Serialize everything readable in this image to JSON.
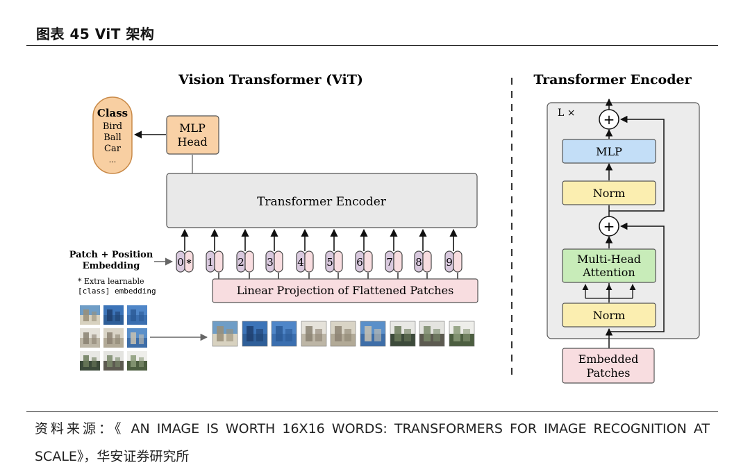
{
  "header": {
    "title": "图表 45 ViT 架构"
  },
  "vit": {
    "title": "Vision Transformer (ViT)",
    "class_box": {
      "title": "Class",
      "items": [
        "Bird",
        "Ball",
        "Car",
        "..."
      ]
    },
    "mlp_head": [
      "MLP",
      "Head"
    ],
    "encoder_label": "Transformer Encoder",
    "embedding_label": [
      "Patch + Position",
      "Embedding"
    ],
    "note": [
      "* Extra learnable",
      "[class] embedding"
    ],
    "linear_projection": "Linear Projection of Flattened Patches",
    "tokens": [
      "0",
      "1",
      "2",
      "3",
      "4",
      "5",
      "6",
      "7",
      "8",
      "9"
    ],
    "class_marker": "*"
  },
  "encoder_detail": {
    "title": "Transformer Encoder",
    "repeat_label": "L ×",
    "plus": "+",
    "mlp": "MLP",
    "norm": "Norm",
    "attention": [
      "Multi-Head",
      "Attention"
    ],
    "embedded_patches": [
      "Embedded",
      "Patches"
    ]
  },
  "colors": {
    "class_fill": "#f8cfa2",
    "class_stroke": "#c98a48",
    "mlp_head_fill": "#f9d1a6",
    "encoder_fill": "#e9e9e9",
    "token_fill": "#d9c9de",
    "projection_fill": "#f8dde0",
    "mlp_fill": "#c3def7",
    "norm_fill": "#fbeeb0",
    "attention_fill": "#c8ecb9",
    "embedded_fill": "#f8dde0"
  },
  "footer": {
    "text": "资料来源：《 AN IMAGE IS WORTH 16X16 WORDS: TRANSFORMERS FOR IMAGE RECOGNITION AT SCALE》，华安证券研究所"
  }
}
